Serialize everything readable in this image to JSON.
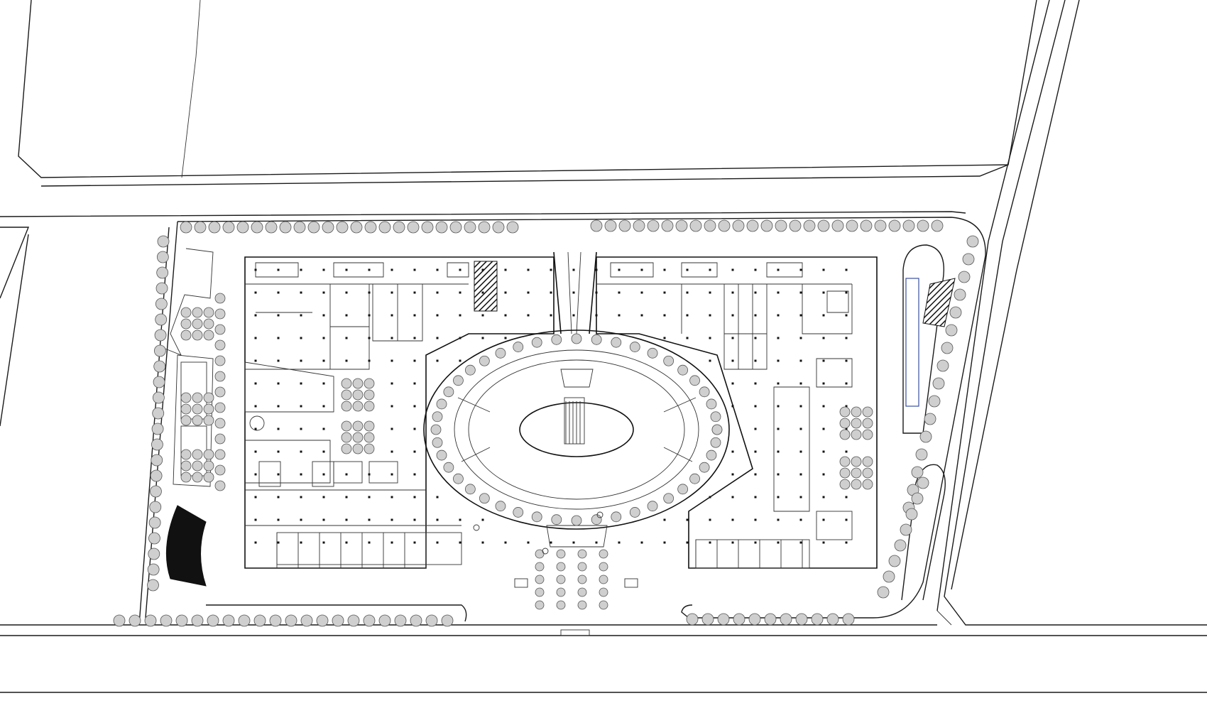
{
  "plan": {
    "colors": {
      "line": "#1a1a1a",
      "background": "#ffffff",
      "tree_fill": "#cfcfcf",
      "pool_outline": "#3a4fa0"
    },
    "features": [
      "road-network",
      "mall-footprint",
      "central-oval-atrium",
      "tree-lined-perimeter",
      "plaza-fountain-area",
      "black-curved-pavilion",
      "reflecting-pool"
    ]
  }
}
